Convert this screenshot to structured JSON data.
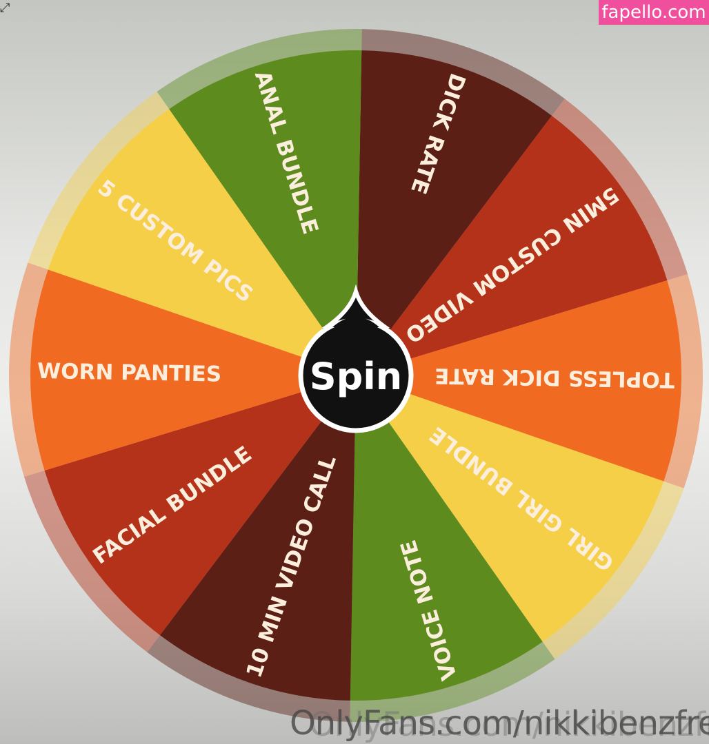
{
  "badge": "fapello.com",
  "expand_icon": "expand-icon",
  "watermark": "OnlyFans.com/nikkibenzfree",
  "spin_label": "Spin",
  "text_color": "#fbeedd",
  "segments": [
    {
      "label": "DICK RATE",
      "color": "#5c1f16"
    },
    {
      "label": "5MIN CUSTOM VIDEO",
      "color": "#b4321a"
    },
    {
      "label": "TOPLESS DICK RATE",
      "color": "#f06a22"
    },
    {
      "label": "GIRL GIRL BUNDLE",
      "color": "#f5cf48"
    },
    {
      "label": "VOICE NOTE",
      "color": "#5e8b1e"
    },
    {
      "label": "10 MIN VIDEO CALL",
      "color": "#5c1f16"
    },
    {
      "label": "FACIAL BUNDLE",
      "color": "#b4321a"
    },
    {
      "label": "WORN PANTIES",
      "color": "#f06a22"
    },
    {
      "label": "5 CUSTOM PICS",
      "color": "#f5cf48"
    },
    {
      "label": "ANAL BUNDLE",
      "color": "#5e8b1e"
    }
  ]
}
